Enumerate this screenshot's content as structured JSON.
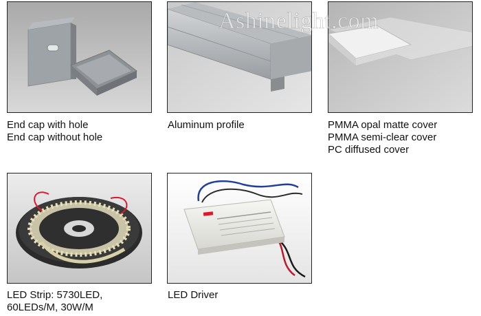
{
  "watermark": {
    "text": "Ashinelight.com"
  },
  "products": [
    {
      "lines": [
        "End cap with hole",
        "End cap without hole"
      ]
    },
    {
      "lines": [
        "Aluminum profile"
      ]
    },
    {
      "lines": [
        "PMMA opal matte cover",
        "PMMA semi-clear cover",
        "PC diffused cover"
      ]
    },
    {
      "lines": [
        "LED Strip:  5730LED,",
        "60LEDs/M,  30W/M"
      ]
    },
    {
      "lines": [
        "LED Driver"
      ]
    }
  ],
  "colors": {
    "accent": "#e0162b",
    "background": "#ffffff"
  }
}
